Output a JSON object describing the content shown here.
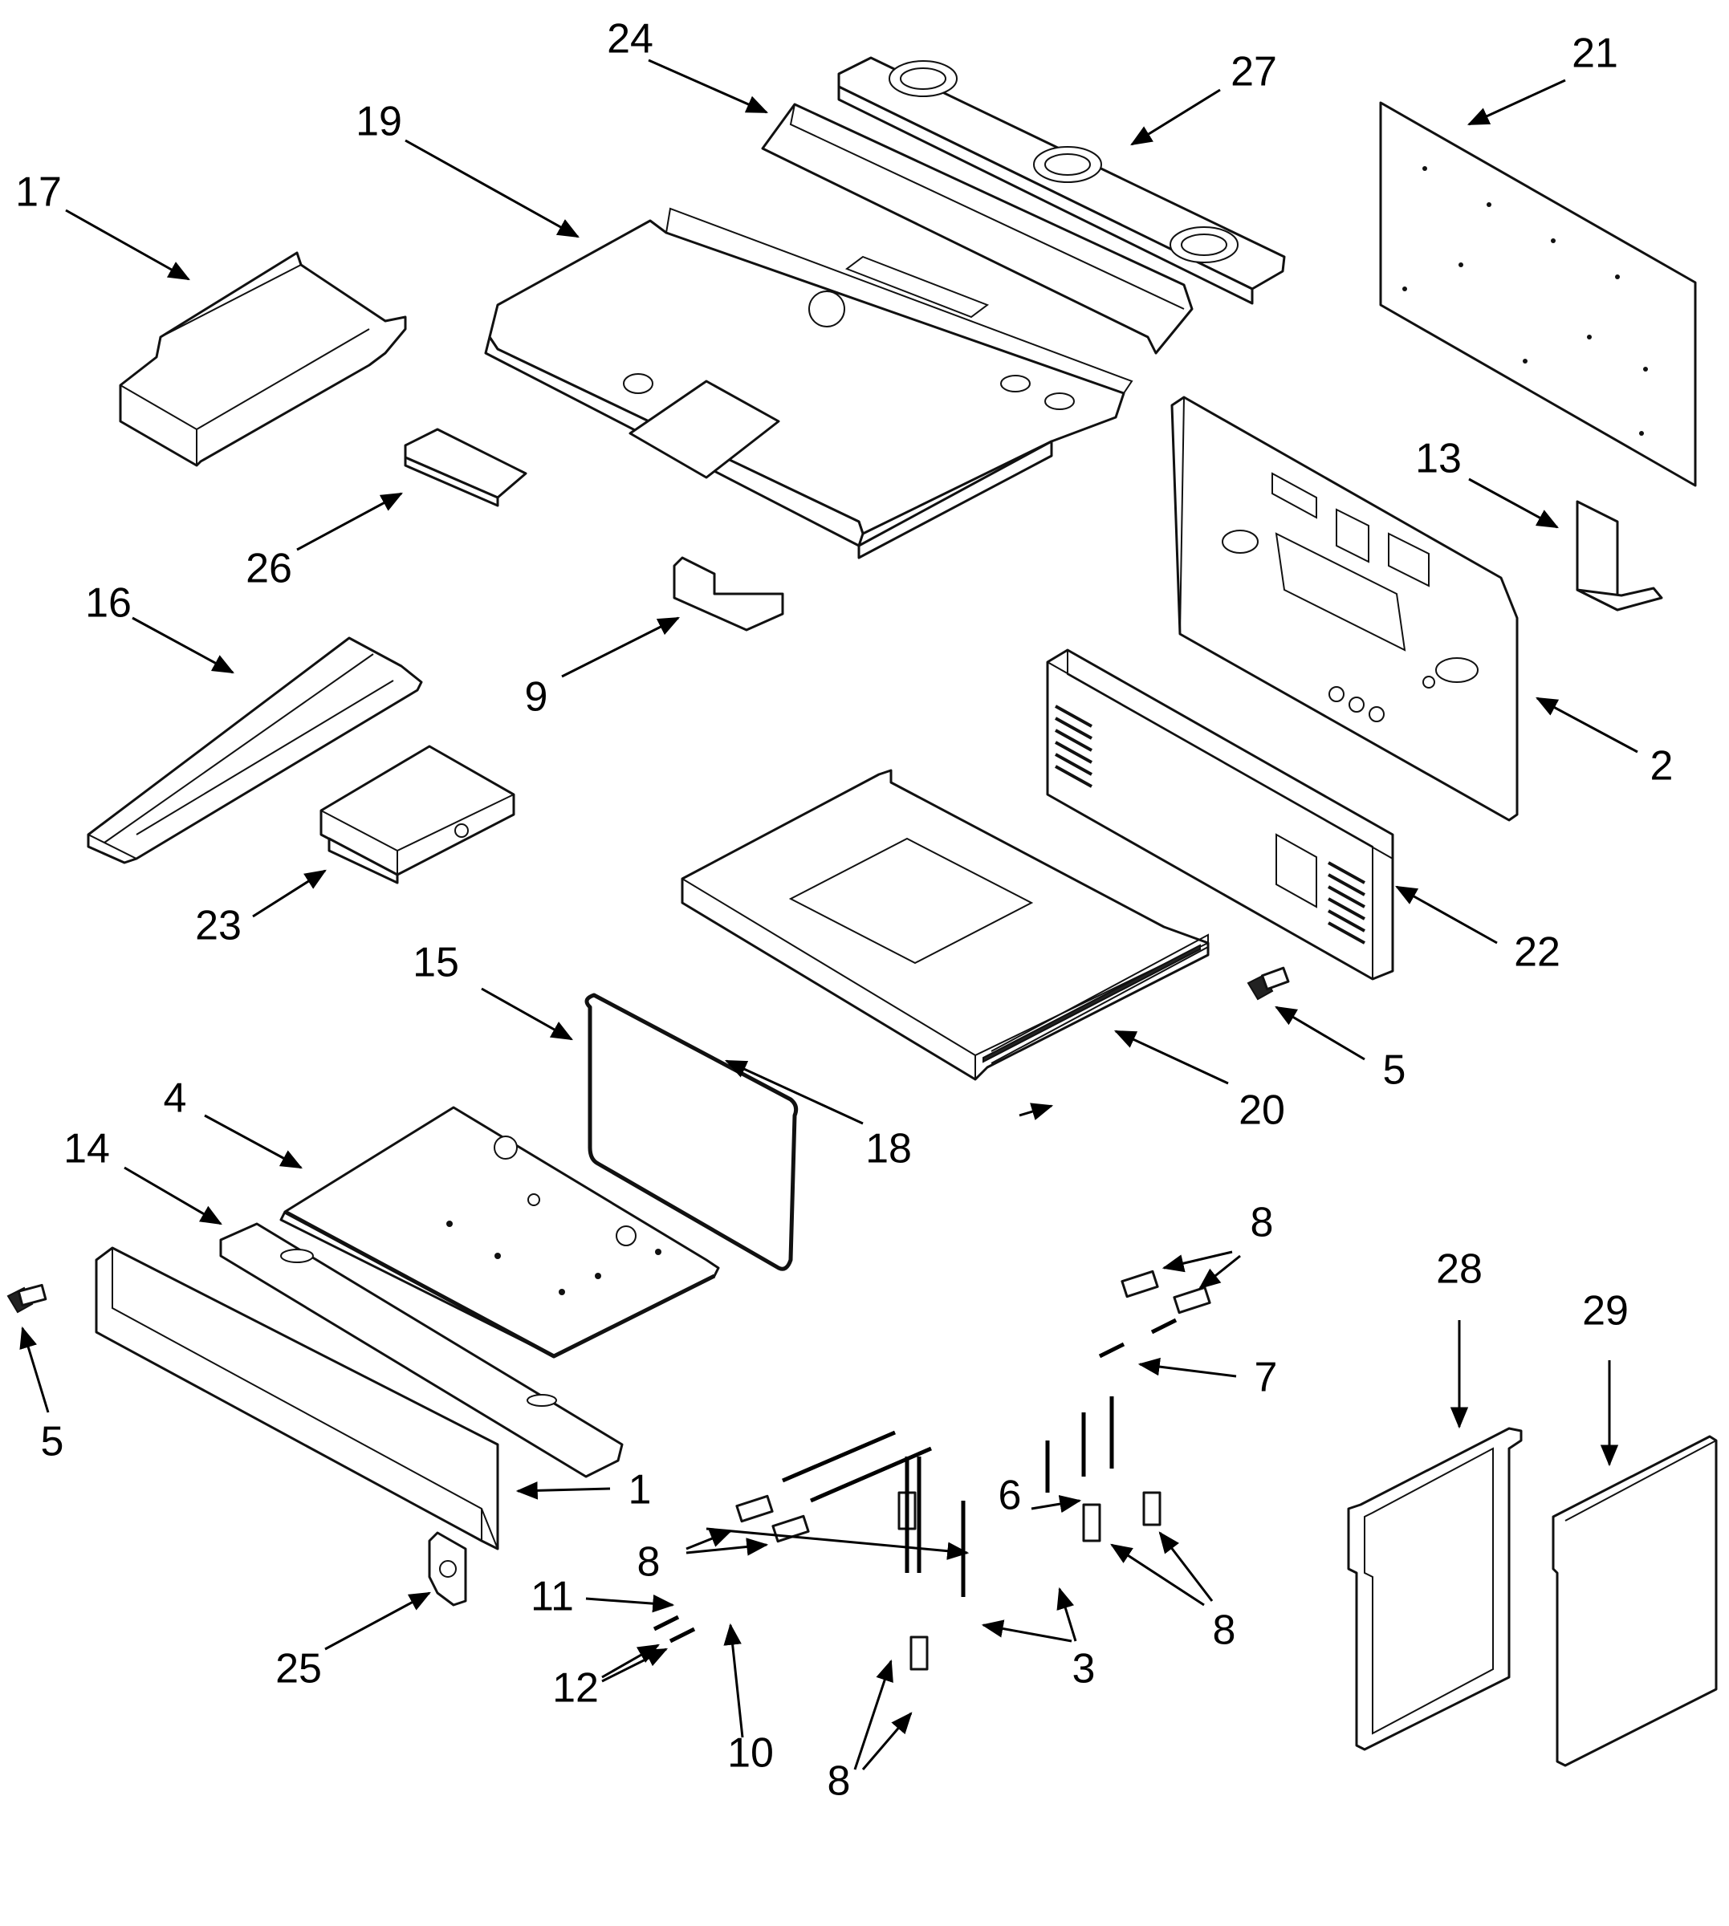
{
  "diagram": {
    "callouts": [
      {
        "id": "c1",
        "label": "1"
      },
      {
        "id": "c2",
        "label": "2"
      },
      {
        "id": "c3",
        "label": "3"
      },
      {
        "id": "c4",
        "label": "4"
      },
      {
        "id": "c5a",
        "label": "5"
      },
      {
        "id": "c5b",
        "label": "5"
      },
      {
        "id": "c6",
        "label": "6"
      },
      {
        "id": "c7",
        "label": "7"
      },
      {
        "id": "c8a",
        "label": "8"
      },
      {
        "id": "c8b",
        "label": "8"
      },
      {
        "id": "c8c",
        "label": "8"
      },
      {
        "id": "c8d",
        "label": "8"
      },
      {
        "id": "c9",
        "label": "9"
      },
      {
        "id": "c10",
        "label": "10"
      },
      {
        "id": "c11",
        "label": "11"
      },
      {
        "id": "c12",
        "label": "12"
      },
      {
        "id": "c13",
        "label": "13"
      },
      {
        "id": "c14",
        "label": "14"
      },
      {
        "id": "c15",
        "label": "15"
      },
      {
        "id": "c16",
        "label": "16"
      },
      {
        "id": "c17",
        "label": "17"
      },
      {
        "id": "c18",
        "label": "18"
      },
      {
        "id": "c19",
        "label": "19"
      },
      {
        "id": "c20",
        "label": "20"
      },
      {
        "id": "c21",
        "label": "21"
      },
      {
        "id": "c22",
        "label": "22"
      },
      {
        "id": "c23",
        "label": "23"
      },
      {
        "id": "c24",
        "label": "24"
      },
      {
        "id": "c25",
        "label": "25"
      },
      {
        "id": "c26",
        "label": "26"
      },
      {
        "id": "c27",
        "label": "27"
      },
      {
        "id": "c28",
        "label": "28"
      },
      {
        "id": "c29",
        "label": "29"
      }
    ]
  }
}
